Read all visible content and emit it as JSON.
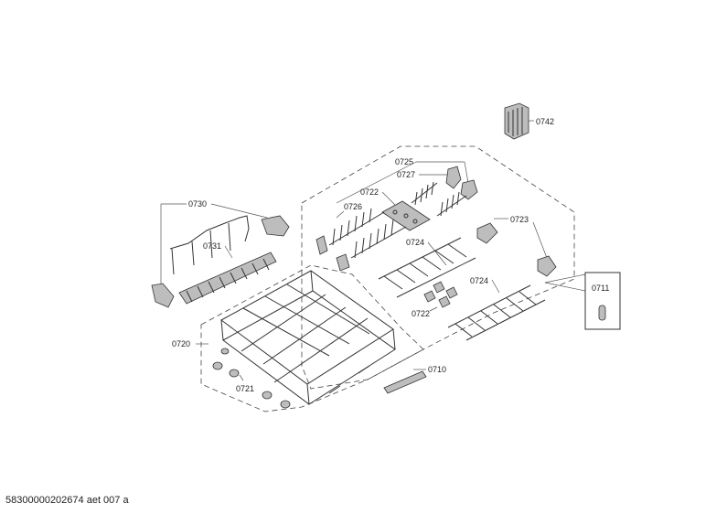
{
  "labels": {
    "p0742": "0742",
    "p0725": "0725",
    "p0727": "0727",
    "p0722a": "0722",
    "p0726": "0726",
    "p0723": "0723",
    "p0730": "0730",
    "p0724a": "0724",
    "p0731": "0731",
    "p0724b": "0724",
    "p0711": "0711",
    "p0722b": "0722",
    "p0720": "0720",
    "p0710": "0710",
    "p0721": "0721"
  },
  "footer": "58300000202674 aet 007 a"
}
